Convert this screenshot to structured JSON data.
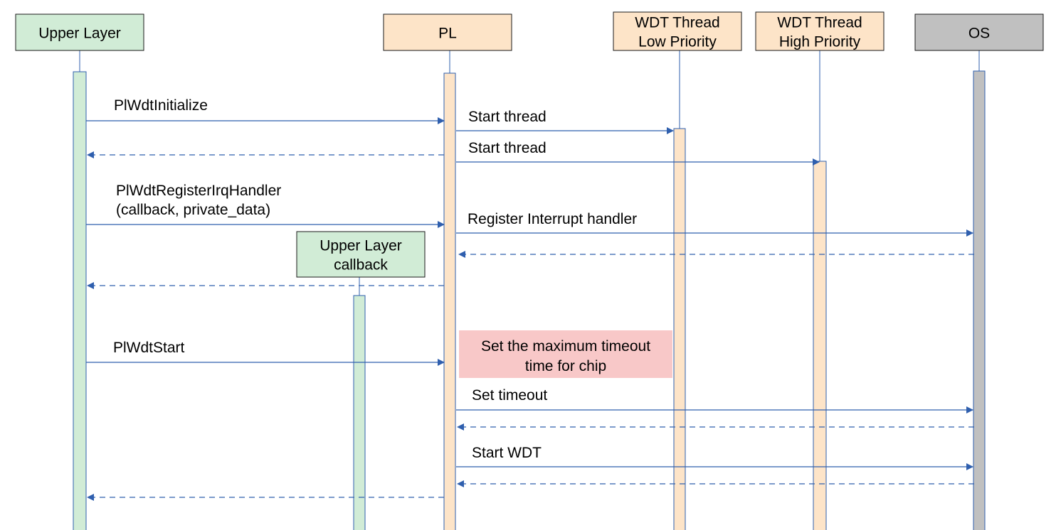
{
  "colors": {
    "upper_fill": "#d1ecd6",
    "pl_fill": "#fde4c8",
    "os_fill": "#c0c0c0",
    "note_fill": "#f8c8c8",
    "arrow": "#2f5fae",
    "box_border": "#1a1a1a"
  },
  "participants": {
    "upper_layer": {
      "label": [
        "Upper Layer"
      ]
    },
    "pl": {
      "label": [
        "PL"
      ]
    },
    "wdt_low": {
      "label": [
        "WDT Thread",
        "Low Priority"
      ]
    },
    "wdt_high": {
      "label": [
        "WDT Thread",
        "High Priority"
      ]
    },
    "os": {
      "label": [
        "OS"
      ]
    },
    "callback": {
      "label": [
        "Upper Layer",
        "callback"
      ]
    }
  },
  "note": {
    "label": [
      "Set the maximum timeout",
      "time for chip"
    ]
  },
  "messages": [
    {
      "id": "pl-wdt-initialize",
      "from": "upper_layer",
      "to": "pl",
      "style": "solid",
      "label": [
        "PlWdtInitialize"
      ]
    },
    {
      "id": "start-thread-low",
      "from": "pl",
      "to": "wdt_low",
      "style": "solid",
      "label": [
        "Start thread"
      ]
    },
    {
      "id": "initialize-return",
      "from": "pl",
      "to": "upper_layer",
      "style": "dashed",
      "label": []
    },
    {
      "id": "start-thread-high",
      "from": "pl",
      "to": "wdt_high",
      "style": "solid",
      "label": [
        "Start thread"
      ]
    },
    {
      "id": "pl-wdt-register-irq-handler",
      "from": "upper_layer",
      "to": "pl",
      "style": "solid",
      "label": [
        "PlWdtRegisterIrqHandler",
        "(callback, private_data)"
      ]
    },
    {
      "id": "register-interrupt-handler",
      "from": "pl",
      "to": "os",
      "style": "solid",
      "label": [
        "Register Interrupt handler"
      ]
    },
    {
      "id": "register-os-return",
      "from": "os",
      "to": "pl",
      "style": "dashed",
      "label": []
    },
    {
      "id": "register-return",
      "from": "pl",
      "to": "upper_layer",
      "style": "dashed",
      "label": []
    },
    {
      "id": "pl-wdt-start",
      "from": "upper_layer",
      "to": "pl",
      "style": "solid",
      "label": [
        "PlWdtStart"
      ]
    },
    {
      "id": "set-timeout",
      "from": "pl",
      "to": "os",
      "style": "solid",
      "label": [
        "Set timeout"
      ]
    },
    {
      "id": "set-timeout-return",
      "from": "os",
      "to": "pl",
      "style": "dashed",
      "label": []
    },
    {
      "id": "start-wdt",
      "from": "pl",
      "to": "os",
      "style": "solid",
      "label": [
        "Start WDT"
      ]
    },
    {
      "id": "start-wdt-return",
      "from": "os",
      "to": "pl",
      "style": "dashed",
      "label": []
    },
    {
      "id": "start-return",
      "from": "pl",
      "to": "upper_layer",
      "style": "dashed",
      "label": []
    }
  ]
}
